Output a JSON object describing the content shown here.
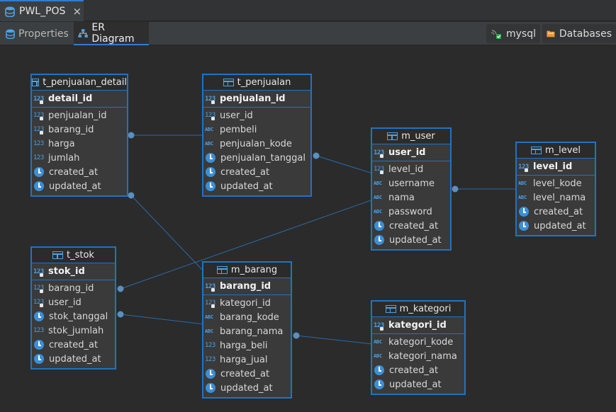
{
  "file_tab": {
    "label": "PWL_POS",
    "close_glyph": "×",
    "icon": "database-icon"
  },
  "subtabs": {
    "properties": "Properties",
    "er_diagram": "ER Diagram",
    "active": "ER Diagram"
  },
  "breadcrumbs": {
    "connection": "mysql",
    "databases": "Databases"
  },
  "colors": {
    "entity_border": "#1f73c6",
    "canvas": "#2b2b2b",
    "entity_body": "#3a3a3a",
    "link": "#2a6aa8"
  },
  "entities": {
    "t_penjualan_detail": {
      "name": "t_penjualan_detail",
      "pk": {
        "name": "detail_id",
        "type": "123"
      },
      "attrs": [
        {
          "name": "penjualan_id",
          "type": "123",
          "icon": "fk"
        },
        {
          "name": "barang_id",
          "type": "123",
          "icon": "fk"
        },
        {
          "name": "harga",
          "type": "123",
          "icon": "num"
        },
        {
          "name": "jumlah",
          "type": "123",
          "icon": "num"
        },
        {
          "name": "created_at",
          "type": "",
          "icon": "clock"
        },
        {
          "name": "updated_at",
          "type": "",
          "icon": "clock"
        }
      ]
    },
    "t_penjualan": {
      "name": "t_penjualan",
      "pk": {
        "name": "penjualan_id",
        "type": "123"
      },
      "attrs": [
        {
          "name": "user_id",
          "type": "123",
          "icon": "fk"
        },
        {
          "name": "pembeli",
          "type": "ABC",
          "icon": "str"
        },
        {
          "name": "penjualan_kode",
          "type": "ABC",
          "icon": "str"
        },
        {
          "name": "penjualan_tanggal",
          "type": "",
          "icon": "clock"
        },
        {
          "name": "created_at",
          "type": "",
          "icon": "clock"
        },
        {
          "name": "updated_at",
          "type": "",
          "icon": "clock"
        }
      ]
    },
    "m_user": {
      "name": "m_user",
      "pk": {
        "name": "user_id",
        "type": "123"
      },
      "attrs": [
        {
          "name": "level_id",
          "type": "123",
          "icon": "fk"
        },
        {
          "name": "username",
          "type": "ABC",
          "icon": "str"
        },
        {
          "name": "nama",
          "type": "ABC",
          "icon": "str"
        },
        {
          "name": "password",
          "type": "ABC",
          "icon": "str"
        },
        {
          "name": "created_at",
          "type": "",
          "icon": "clock"
        },
        {
          "name": "updated_at",
          "type": "",
          "icon": "clock"
        }
      ]
    },
    "m_level": {
      "name": "m_level",
      "pk": {
        "name": "level_id",
        "type": "123"
      },
      "attrs": [
        {
          "name": "level_kode",
          "type": "ABC",
          "icon": "str"
        },
        {
          "name": "level_nama",
          "type": "ABC",
          "icon": "str"
        },
        {
          "name": "created_at",
          "type": "",
          "icon": "clock"
        },
        {
          "name": "updated_at",
          "type": "",
          "icon": "clock"
        }
      ]
    },
    "t_stok": {
      "name": "t_stok",
      "pk": {
        "name": "stok_id",
        "type": "123"
      },
      "attrs": [
        {
          "name": "barang_id",
          "type": "123",
          "icon": "fk"
        },
        {
          "name": "user_id",
          "type": "123",
          "icon": "fk"
        },
        {
          "name": "stok_tanggal",
          "type": "",
          "icon": "clock"
        },
        {
          "name": "stok_jumlah",
          "type": "123",
          "icon": "num"
        },
        {
          "name": "created_at",
          "type": "",
          "icon": "clock"
        },
        {
          "name": "updated_at",
          "type": "",
          "icon": "clock"
        }
      ]
    },
    "m_barang": {
      "name": "m_barang",
      "pk": {
        "name": "barang_id",
        "type": "123"
      },
      "attrs": [
        {
          "name": "kategori_id",
          "type": "123",
          "icon": "fk"
        },
        {
          "name": "barang_kode",
          "type": "ABC",
          "icon": "str"
        },
        {
          "name": "barang_nama",
          "type": "ABC",
          "icon": "str"
        },
        {
          "name": "harga_beli",
          "type": "123",
          "icon": "num"
        },
        {
          "name": "harga_jual",
          "type": "123",
          "icon": "num"
        },
        {
          "name": "created_at",
          "type": "",
          "icon": "clock"
        },
        {
          "name": "updated_at",
          "type": "",
          "icon": "clock"
        }
      ]
    },
    "m_kategori": {
      "name": "m_kategori",
      "pk": {
        "name": "kategori_id",
        "type": "123"
      },
      "attrs": [
        {
          "name": "kategori_kode",
          "type": "ABC",
          "icon": "str"
        },
        {
          "name": "kategori_nama",
          "type": "ABC",
          "icon": "str"
        },
        {
          "name": "created_at",
          "type": "",
          "icon": "clock"
        },
        {
          "name": "updated_at",
          "type": "",
          "icon": "clock"
        }
      ]
    }
  },
  "relations": [
    {
      "from": "t_penjualan_detail.penjualan_id",
      "to": "t_penjualan.penjualan_id"
    },
    {
      "from": "t_penjualan_detail.barang_id",
      "to": "m_barang.barang_id"
    },
    {
      "from": "t_penjualan.user_id",
      "to": "m_user.user_id"
    },
    {
      "from": "m_user.level_id",
      "to": "m_level.level_id"
    },
    {
      "from": "t_stok.user_id",
      "to": "m_user.user_id"
    },
    {
      "from": "t_stok.barang_id",
      "to": "m_barang.barang_id"
    },
    {
      "from": "m_barang.kategori_id",
      "to": "m_kategori.kategori_id"
    }
  ]
}
